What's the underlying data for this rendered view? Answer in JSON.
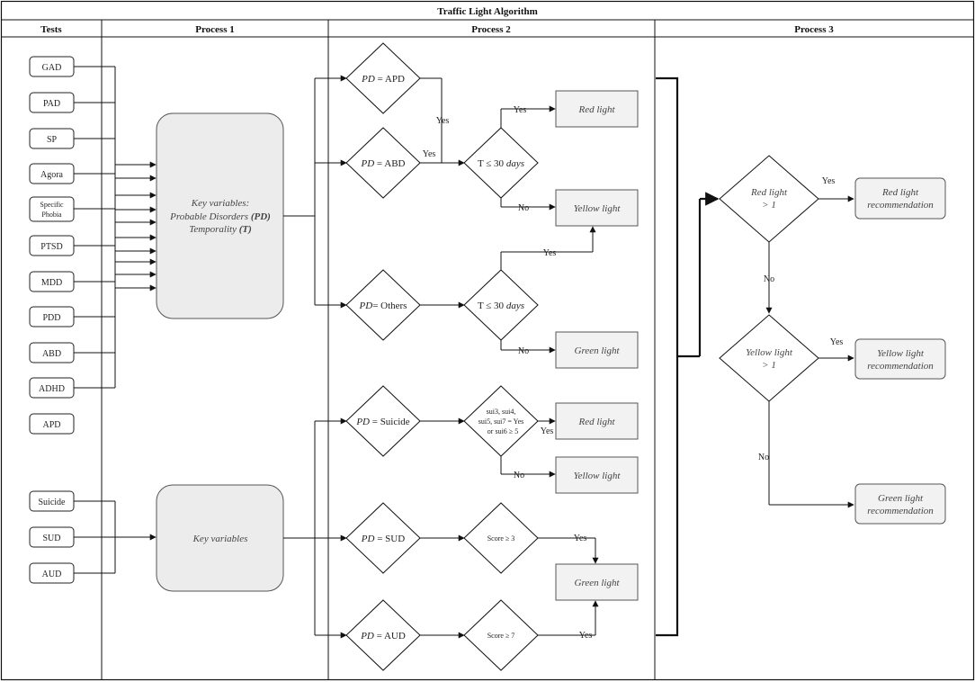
{
  "title": "Traffic Light Algorithm",
  "columns": [
    "Tests",
    "Process 1",
    "Process 2",
    "Process 3"
  ],
  "tests_group1": [
    "GAD",
    "PAD",
    "SP",
    "Agora",
    "Specific Phobia",
    "PTSD",
    "MDD",
    "PDD",
    "ABD",
    "ADHD",
    "APD"
  ],
  "tests_group2": [
    "Suicide",
    "SUD",
    "AUD"
  ],
  "key_variables_1": {
    "line1": "Key variables:",
    "line2": "Probable Disorders ",
    "line2_bold": "(PD)",
    "line3": "Temporality ",
    "line3_bold": "(T)"
  },
  "key_variables_2": "Key variables",
  "process2": {
    "pd_prefix": "PD",
    "d_apd": " = APD",
    "d_abd": " = ABD",
    "d_others": "= Others",
    "d_suicide": " = Suicide",
    "d_sud": " = SUD",
    "d_aud": " = AUD",
    "t_cond_prefix": "T ≤ 30 ",
    "t_cond_unit": "days",
    "suicide_cond": [
      "sui3, sui4,",
      "sui5, sui7 = Yes",
      "or sui6 ≥ 5"
    ],
    "score_sud": "Score ≥ 3",
    "score_aud": "Score ≥ 7"
  },
  "lights": {
    "red": "Red light",
    "yellow": "Yellow light",
    "green": "Green light"
  },
  "yes": "Yes",
  "no": "No",
  "process3": {
    "red_cond": [
      "Red light",
      "> 1"
    ],
    "yellow_cond": [
      "Yellow light",
      "> 1"
    ],
    "red_reco": [
      "Red light",
      "recommendation"
    ],
    "yellow_reco": [
      "Yellow light",
      "recommendation"
    ],
    "green_reco": [
      "Green light",
      "recommendation"
    ]
  },
  "colors": {
    "line": "#111111",
    "light_box_fill": "#f2f2f2",
    "key_box_fill": "#ececec"
  }
}
